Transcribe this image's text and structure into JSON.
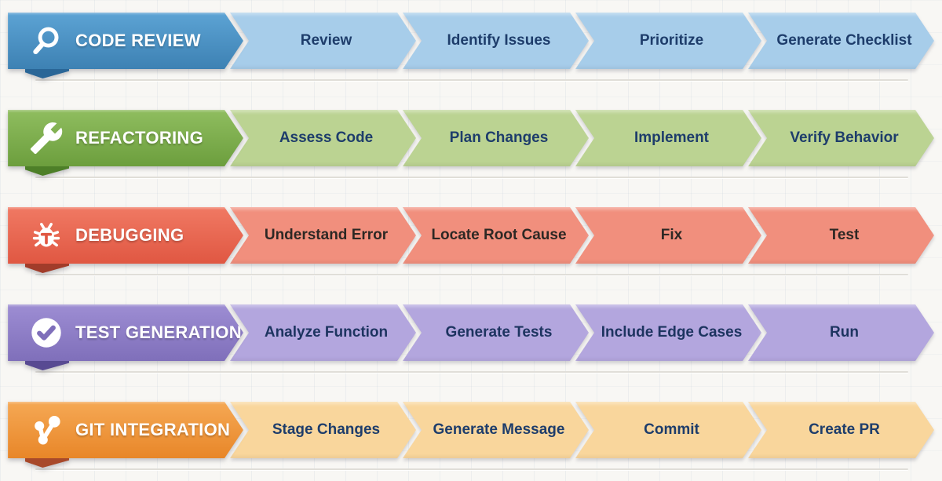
{
  "page": {
    "background": "#f8f7f4",
    "divider_color": "#e0ded8"
  },
  "rows": [
    {
      "id": "code-review",
      "title": "CODE REVIEW",
      "icon": "search-icon",
      "colors": {
        "header_top": "#5ca3d4",
        "header_bottom": "#3d81b3",
        "fold": "#2a6697",
        "segment": "#a7cdea",
        "text": "#1e3d6b"
      },
      "steps": [
        "Review",
        "Identify Issues",
        "Prioritize",
        "Generate Checklist"
      ]
    },
    {
      "id": "refactoring",
      "title": "REFACTORING",
      "icon": "wrench-icon",
      "colors": {
        "header_top": "#8fbd5f",
        "header_bottom": "#6c9e3d",
        "fold": "#4d7f28",
        "segment": "#bbd392",
        "text": "#1e3d6b"
      },
      "steps": [
        "Assess Code",
        "Plan Changes",
        "Implement",
        "Verify Behavior"
      ]
    },
    {
      "id": "debugging",
      "title": "DEBUGGING",
      "icon": "bug-icon",
      "colors": {
        "header_top": "#f07963",
        "header_bottom": "#e05742",
        "fold": "#a13c2a",
        "segment": "#f18f7d",
        "text": "#2d2824"
      },
      "steps": [
        "Understand Error",
        "Locate Root Cause",
        "Fix",
        "Test"
      ]
    },
    {
      "id": "test-generation",
      "title": "TEST GENERATION",
      "icon": "check-circle-icon",
      "colors": {
        "header_top": "#9d8dd3",
        "header_bottom": "#7f6fba",
        "fold": "#584a92",
        "segment": "#b3a6de",
        "text": "#1d3460"
      },
      "steps": [
        "Analyze Function",
        "Generate Tests",
        "Include Edge Cases",
        "Run"
      ]
    },
    {
      "id": "git-integration",
      "title": "GIT INTEGRATION",
      "icon": "git-branch-icon",
      "colors": {
        "header_top": "#f5a854",
        "header_bottom": "#e88628",
        "fold": "#a8492a",
        "segment": "#f9d69c",
        "text": "#1e3d6b"
      },
      "steps": [
        "Stage Changes",
        "Generate Message",
        "Commit",
        "Create PR"
      ]
    }
  ]
}
